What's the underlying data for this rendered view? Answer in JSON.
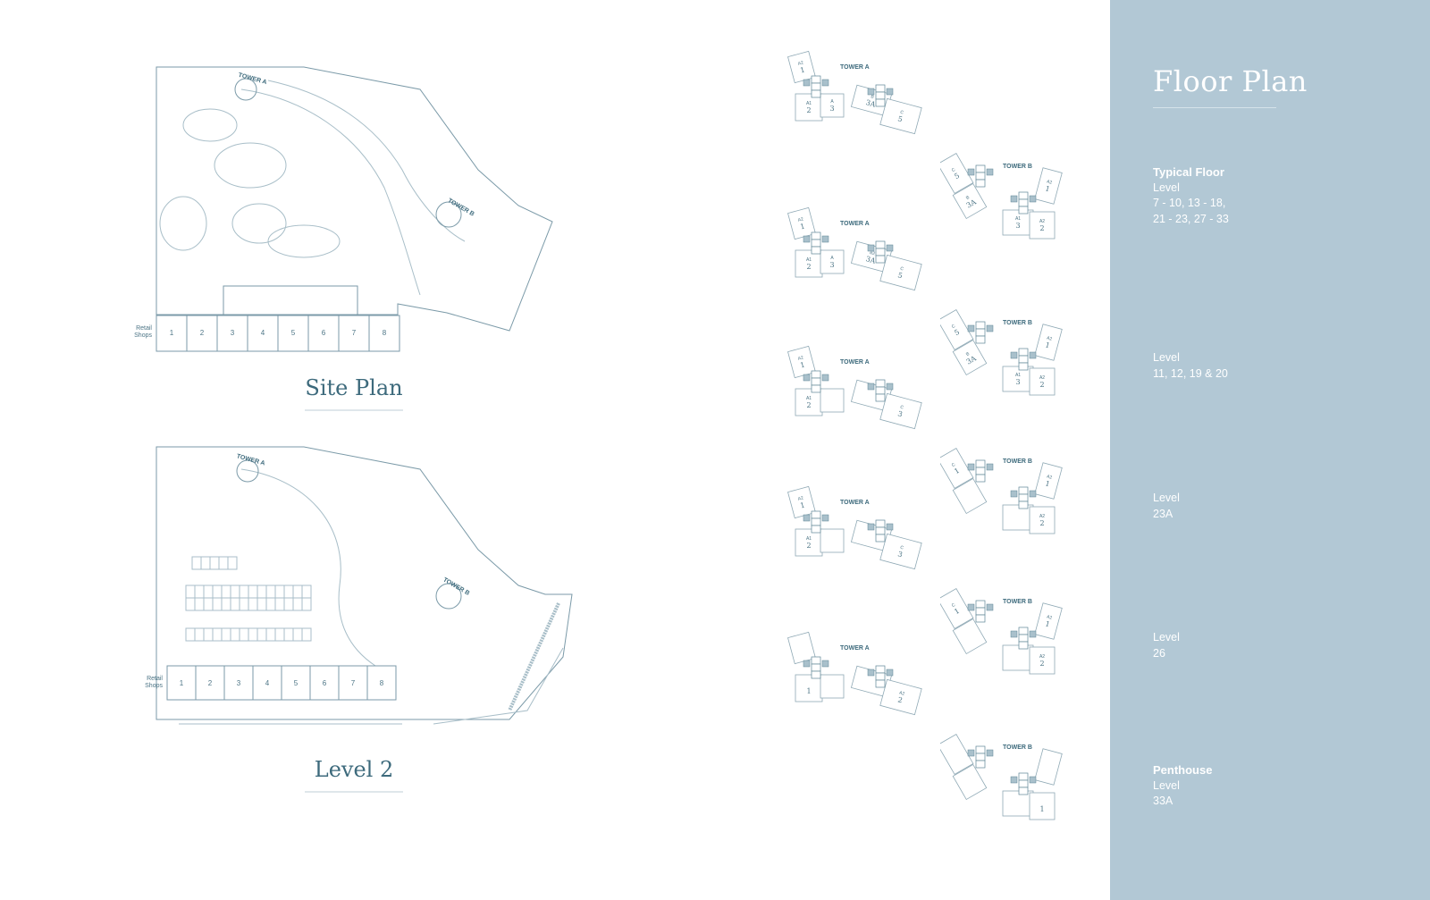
{
  "sidebar": {
    "title": "Floor Plan",
    "sections": [
      {
        "heading": "Typical Floor",
        "lines": [
          "Level",
          "7 - 10, 13 - 18,",
          "21 - 23, 27 - 33"
        ]
      },
      {
        "heading": "",
        "lines": [
          "Level",
          "11, 12, 19 & 20"
        ]
      },
      {
        "heading": "",
        "lines": [
          "Level",
          "23A"
        ]
      },
      {
        "heading": "",
        "lines": [
          "Level",
          "26"
        ]
      },
      {
        "heading": "Penthouse",
        "lines": [
          "Level",
          "33A"
        ]
      }
    ]
  },
  "site_plan": {
    "title": "Site Plan",
    "retail_label": [
      "Retail",
      "Shops"
    ],
    "shops": [
      "1",
      "2",
      "3",
      "4",
      "5",
      "6",
      "7",
      "8"
    ],
    "tower_a": "TOWER A",
    "tower_b": "TOWER B"
  },
  "level2": {
    "title": "Level 2",
    "retail_label": [
      "Retail",
      "Shops"
    ],
    "shops": [
      "1",
      "2",
      "3",
      "4",
      "5",
      "6",
      "7",
      "8"
    ],
    "tower_a": "TOWER A",
    "tower_b": "TOWER B"
  },
  "tower_plans": [
    {
      "label": "TOWER A",
      "units": [
        [
          "A2",
          "1"
        ],
        [
          "A1",
          "2"
        ],
        [
          "A",
          "3"
        ],
        [
          "B",
          "3A"
        ],
        [
          "C",
          "5"
        ]
      ]
    },
    {
      "label": "TOWER B",
      "units": [
        [
          "C",
          "5"
        ],
        [
          "B",
          "3A"
        ],
        [
          "A1",
          "3"
        ],
        [
          "A2",
          "2"
        ],
        [
          "A2",
          "1"
        ]
      ]
    },
    {
      "label": "TOWER A",
      "units": [
        [
          "A2",
          "1"
        ],
        [
          "A1",
          "2"
        ],
        [
          "A",
          "3"
        ],
        [
          "B2",
          "3A"
        ],
        [
          "C",
          "5"
        ]
      ]
    },
    {
      "label": "TOWER B",
      "units": [
        [
          "C",
          "5"
        ],
        [
          "B",
          "3A"
        ],
        [
          "A1",
          "3"
        ],
        [
          "A2",
          "2"
        ],
        [
          "A2",
          "1"
        ]
      ]
    },
    {
      "label": "TOWER A",
      "units": [
        [
          "A2",
          "1"
        ],
        [
          "A1",
          "2"
        ],
        [
          "",
          ""
        ],
        [
          "",
          ""
        ],
        [
          "C",
          "3"
        ]
      ]
    },
    {
      "label": "TOWER B",
      "units": [
        [
          "C",
          "1"
        ],
        [
          "",
          ""
        ],
        [
          "",
          ""
        ],
        [
          "A2",
          "2"
        ],
        [
          "A2",
          "1"
        ]
      ]
    },
    {
      "label": "TOWER A",
      "units": [
        [
          "A2",
          "1"
        ],
        [
          "A1",
          "2"
        ],
        [
          "",
          ""
        ],
        [
          "",
          ""
        ],
        [
          "C",
          "3"
        ]
      ]
    },
    {
      "label": "TOWER B",
      "units": [
        [
          "C",
          "1"
        ],
        [
          "",
          ""
        ],
        [
          "",
          ""
        ],
        [
          "A2",
          "2"
        ],
        [
          "A2",
          "1"
        ]
      ]
    },
    {
      "label": "TOWER A",
      "units": [
        [
          "",
          ""
        ],
        [
          "",
          "1"
        ],
        [
          "",
          ""
        ],
        [
          "",
          ""
        ],
        [
          "A2",
          "2"
        ]
      ]
    },
    {
      "label": "TOWER B",
      "units": [
        [
          "",
          ""
        ],
        [
          "",
          ""
        ],
        [
          "",
          ""
        ],
        [
          "",
          "1"
        ],
        [
          "",
          ""
        ]
      ]
    }
  ]
}
